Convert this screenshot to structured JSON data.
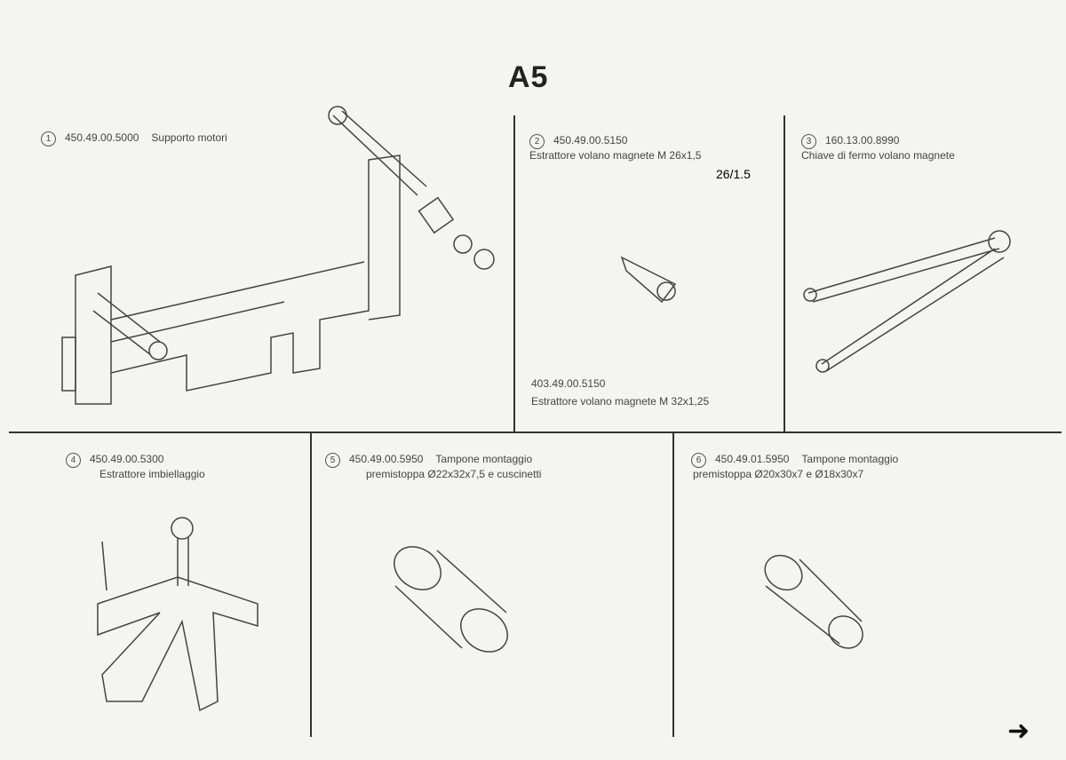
{
  "page_label": "A5",
  "items": [
    {
      "n": "1",
      "code": "450.49.00.5000",
      "desc": "Supporto motori"
    },
    {
      "n": "2",
      "code": "450.49.00.5150",
      "desc": "Estrattore volano magnete M 26x1,5",
      "annotation": "26/1.5"
    },
    {
      "n": "3",
      "code": "160.13.00.8990",
      "desc": "Chiave di fermo volano magnete"
    },
    {
      "n": "",
      "code": "403.49.00.5150",
      "desc": "Estrattore volano magnete M 32x1,25"
    },
    {
      "n": "4",
      "code": "450.49.00.5300",
      "desc": "Estrattore imbiellaggio"
    },
    {
      "n": "5",
      "code": "450.49.00.5950",
      "desc": "Tampone montaggio",
      "desc2": "premistoppa Ø22x32x7,5 e cuscinetti"
    },
    {
      "n": "6",
      "code": "450.49.01.5950",
      "desc": "Tampone montaggio",
      "desc2": "premistoppa Ø20x30x7 e Ø18x30x7"
    }
  ],
  "next_icon": "arrow-right-icon"
}
